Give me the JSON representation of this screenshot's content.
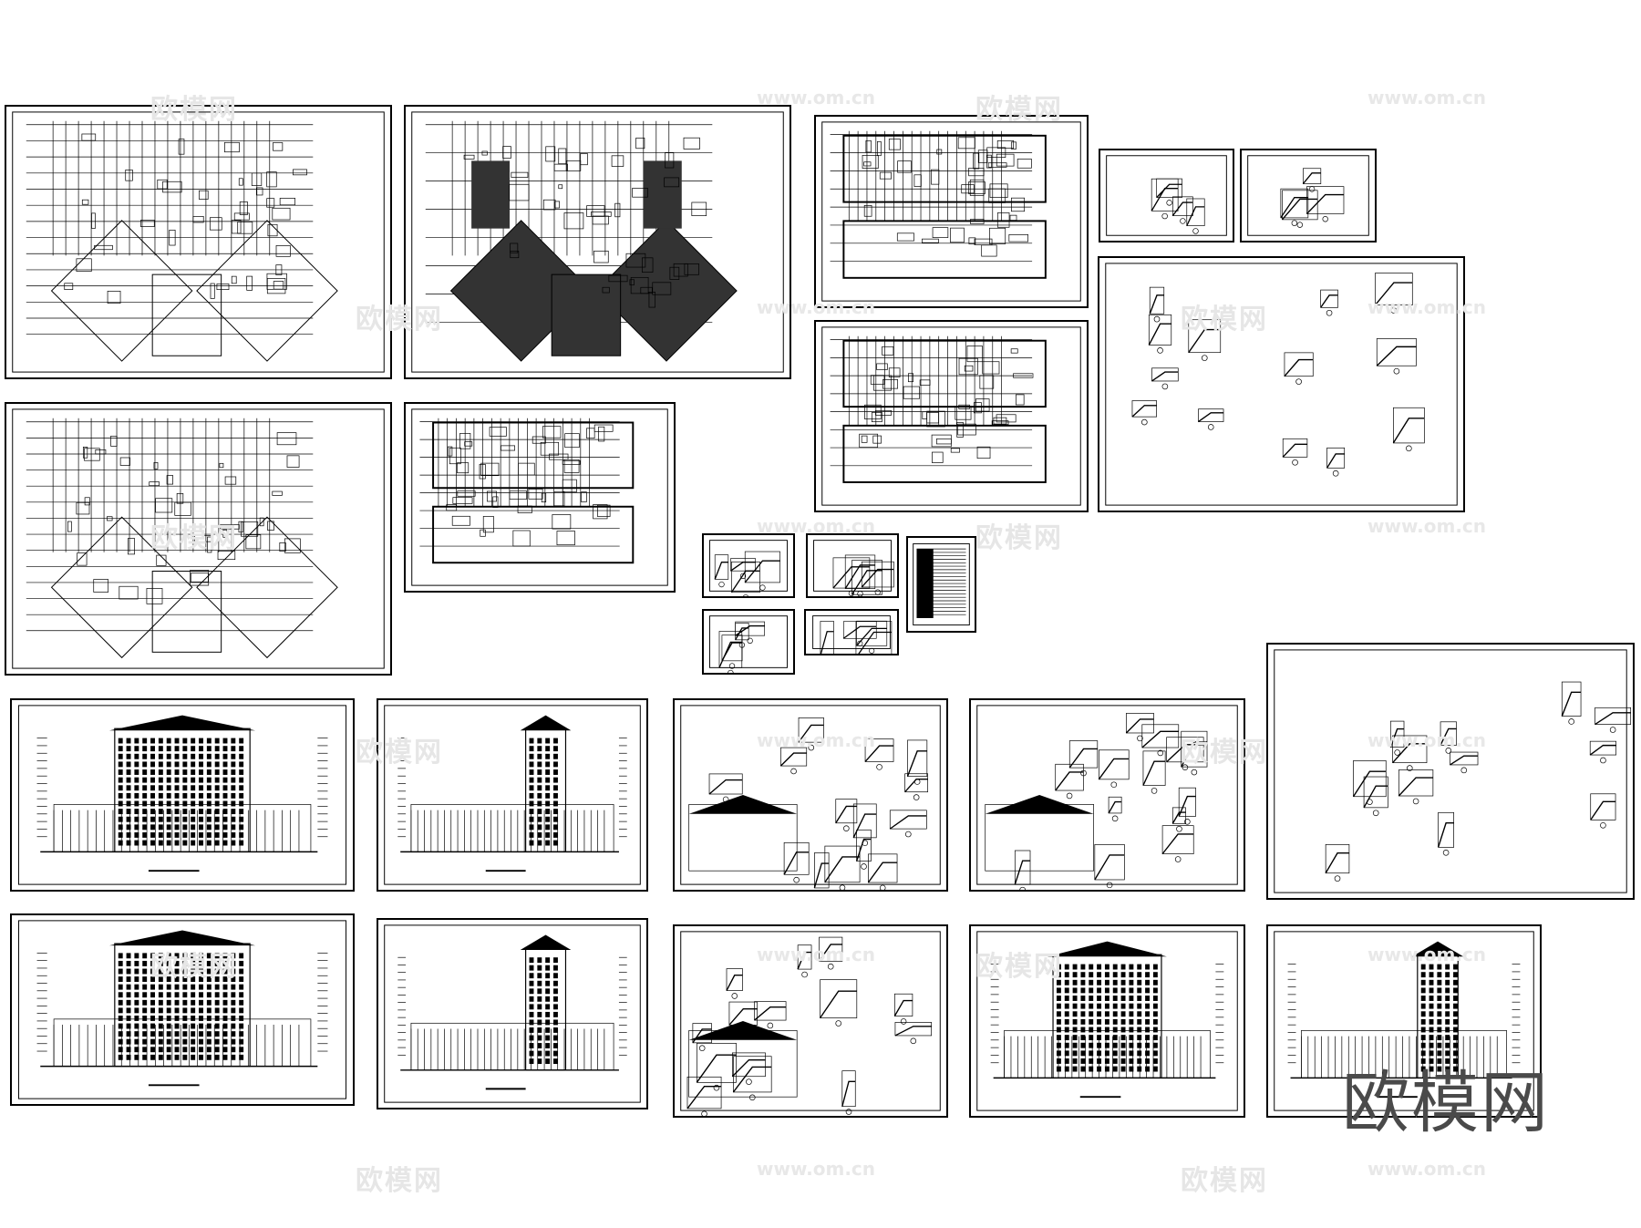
{
  "watermark": {
    "text": "欧模网",
    "url": "www.om.cn"
  },
  "logo": {
    "text": "欧模网",
    "color": "#4a4a4a"
  },
  "colors": {
    "line": "#000000",
    "background": "#ffffff",
    "watermark": "#e6e6e6"
  }
}
